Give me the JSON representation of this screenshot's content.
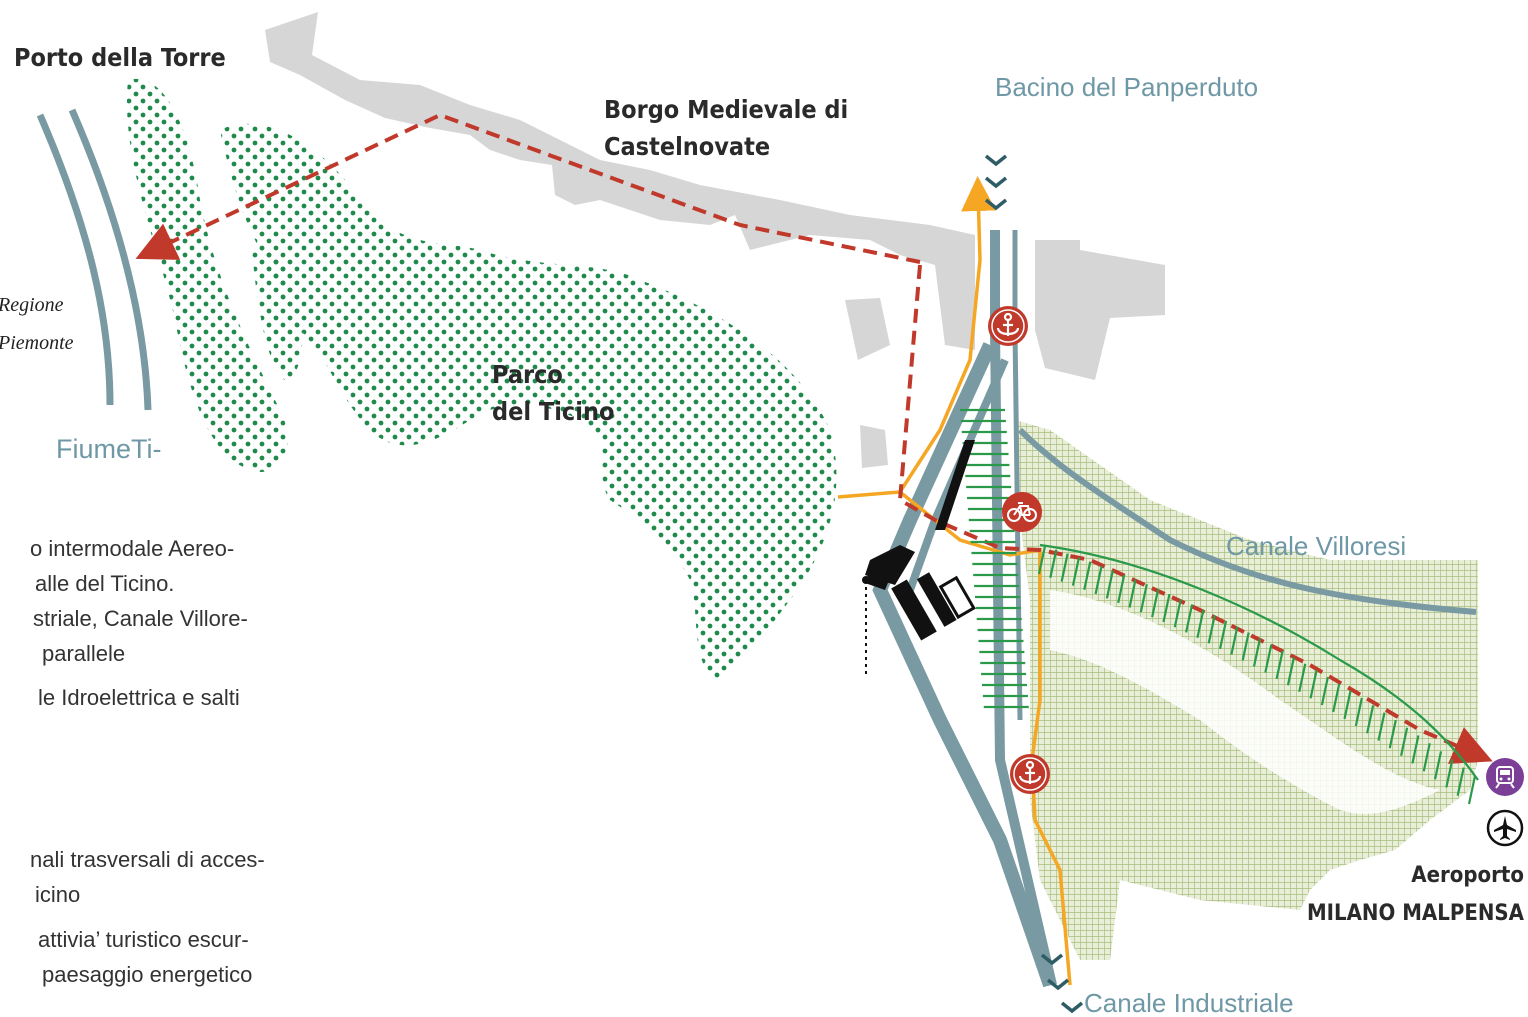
{
  "map": {
    "labels": {
      "porto_della_torre": "Porto della Torre",
      "borgo_line1": "Borgo Medievale di",
      "borgo_line2": "Castelnovate",
      "bacino": "Bacino del Panperduto",
      "regione_line1": "Regione",
      "regione_line2": "Piemonte",
      "fiume": "FiumeTi-",
      "parco_line1": "Parco",
      "parco_line2": "del Ticino",
      "canale_villoresi": "Canale Villoresi",
      "canale_industriale": "Canale Industriale",
      "aeroporto_line1": "Aeroporto",
      "aeroporto_line2": "MILANO MALPENSA"
    },
    "text_lines": [
      "o intermodale Aereo-",
      "alle del Ticino.",
      "striale, Canale Villore-",
      "parallele",
      "le Idroelettrica e salti",
      "nali trasversali di acces-",
      "icino",
      "attivia’ turistico escur-",
      "paesaggio energetico"
    ],
    "icons": [
      "anchor-icon",
      "bicycle-icon",
      "train-icon",
      "airplane-icon"
    ],
    "colors": {
      "water": "#7a9aa3",
      "settlement": "#d6d6d6",
      "park_dots": "#1f8a4c",
      "path_red": "#c0392b",
      "path_orange": "#f5a623",
      "grid_green": "#b7c98e",
      "icon_red": "#c0392b",
      "train_purple": "#7b3f98"
    }
  }
}
